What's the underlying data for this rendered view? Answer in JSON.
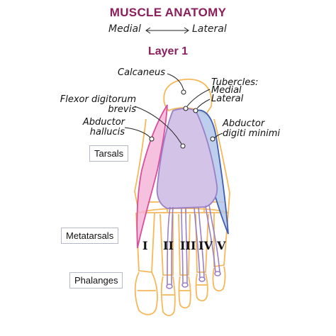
{
  "header": {
    "title": "MUSCLE ANATOMY",
    "medial": "Medial",
    "lateral": "Lateral",
    "layer": "Layer 1"
  },
  "labels": {
    "calcaneus": "Calcaneus",
    "tubercles": "Tubercles:",
    "medial": "Medial",
    "lateral": "Lateral",
    "fdb_line1": "Flexor digitorum",
    "fdb_line2": "brevis",
    "ah_line1": "Abductor",
    "ah_line2": "hallucis",
    "adm_line1": "Abductor",
    "adm_line2": "digiti minimi"
  },
  "boxes": {
    "tarsals": "Tarsals",
    "metatarsals": "Metatarsals",
    "phalanges": "Phalanges"
  },
  "toes": [
    "I",
    "II",
    "III",
    "IV",
    "V"
  ],
  "colors": {
    "title": "#8a1f5c",
    "bone": "#f5b85a",
    "abductor_hallucis": "#d94f9c",
    "flexor_digitorum_brevis": "#9a7fc9",
    "abductor_digiti_minimi": "#3f5fb0"
  }
}
